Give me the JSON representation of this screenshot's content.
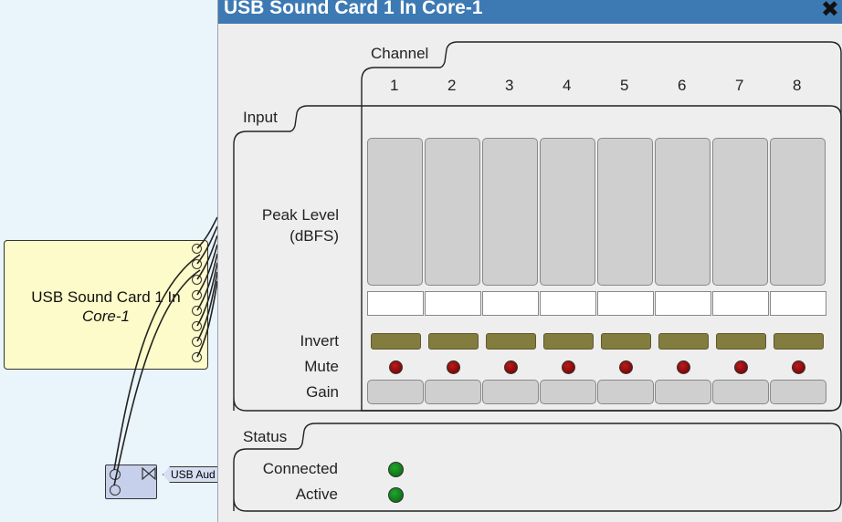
{
  "canvas": {
    "block": {
      "name": "USB Sound Card 1 In",
      "core": "Core-1"
    },
    "mini_block": {
      "label": "USB Aud"
    }
  },
  "window": {
    "title": "USB Sound Card 1 In Core-1",
    "close_icon": "close-x-icon",
    "channel_group_label": "Channel",
    "channels": [
      "1",
      "2",
      "3",
      "4",
      "5",
      "6",
      "7",
      "8"
    ],
    "input": {
      "group_label": "Input",
      "peak_level_label": "Peak Level",
      "peak_level_unit": "(dBFS)",
      "invert_label": "Invert",
      "mute_label": "Mute",
      "gain_label": "Gain"
    },
    "status": {
      "group_label": "Status",
      "connected_label": "Connected",
      "active_label": "Active"
    },
    "colors": {
      "titlebar": "#3d7ab4",
      "invert_button": "#827c3e",
      "mute_indicator": "#8b0000",
      "status_led": "#158a1f",
      "block_fill": "#fdfbc9"
    }
  }
}
